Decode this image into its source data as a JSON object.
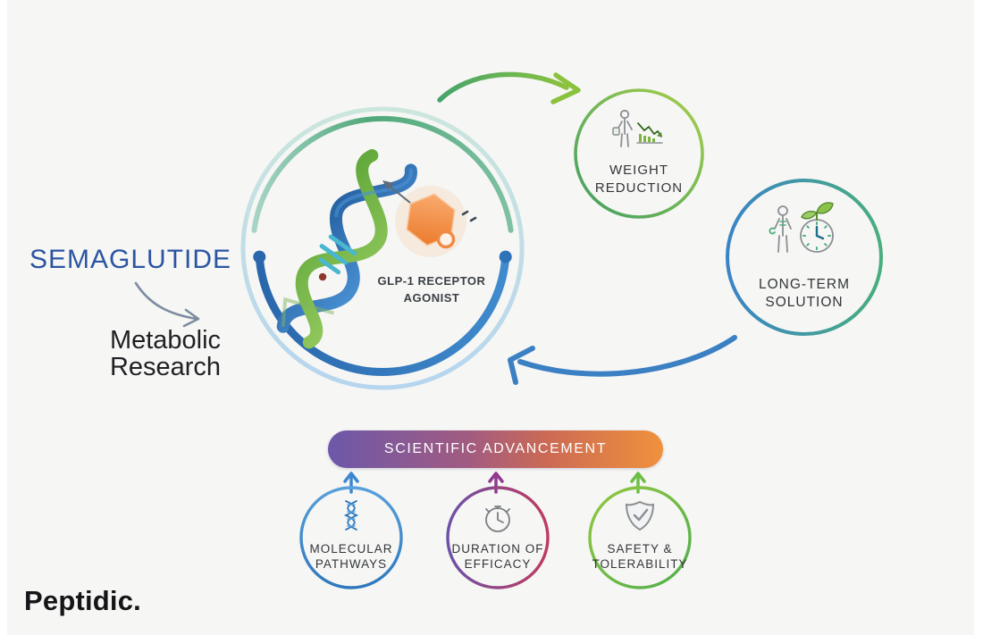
{
  "title": {
    "text": "SEMAGLUTIDE"
  },
  "subtitle": {
    "line1": "Metabolic",
    "line2": "Research"
  },
  "center_node": {
    "line1": "GLP-1 RECEPTOR",
    "line2": "AGONIST",
    "illustration": "dna-double-helix",
    "molecule": "orange-hexagon-molecule"
  },
  "weight_node": {
    "line1": "WEIGHT",
    "line2": "REDUCTION",
    "icon": "person-weight-loss-chart-icon"
  },
  "longterm_node": {
    "line1": "LONG-TERM",
    "line2": "SOLUTION",
    "icon": "person-clock-leaf-icon"
  },
  "banner": {
    "label": "SCIENTIFIC ADVANCEMENT"
  },
  "pillars": [
    {
      "line1": "MOLECULAR",
      "line2": "PATHWAYS",
      "icon": "dna-icon",
      "arrow": "up-arrow-blue"
    },
    {
      "line1": "DURATION OF",
      "line2": "EFFICACY",
      "icon": "stopwatch-icon",
      "arrow": "up-arrow-purple"
    },
    {
      "line1": "SAFETY &",
      "line2": "TOLERABILITY",
      "icon": "shield-check-icon",
      "arrow": "up-arrow-green"
    }
  ],
  "logo": {
    "text": "Peptidic."
  },
  "colors": {
    "background": "#f6f6f4",
    "title_blue": "#2b55a2",
    "text_dark": "#333639",
    "banner_gradient": [
      "#6c58aa",
      "#a25b80",
      "#cc6b54",
      "#f0913c"
    ],
    "ring_pale": [
      "#cbe6dd",
      "#b6d5ef"
    ],
    "ring_green_arc": [
      "#a7d4c6",
      "#4fa878",
      "#7fc0a4"
    ],
    "ring_blue_arc": [
      "#2a66ac",
      "#3f8bcd"
    ],
    "weight_ring": [
      "#3f9e63",
      "#a8cf4b"
    ],
    "longterm_ring": [
      "#3a84c6",
      "#49ae7e"
    ],
    "molecular_ring": [
      "#58a0dc",
      "#2e78bc"
    ],
    "duration_ring": [
      "#6b51a8",
      "#bf3a60"
    ],
    "safety_ring": [
      "#93c83f",
      "#4fae4e"
    ],
    "green_arrow": [
      "#45a46b",
      "#8bc23d"
    ],
    "blue_arrow": "#3c80c4",
    "gray_arrow": "#7e8ba0",
    "hexagon_orange": [
      "#f9ab6e",
      "#ec7b2e"
    ]
  }
}
